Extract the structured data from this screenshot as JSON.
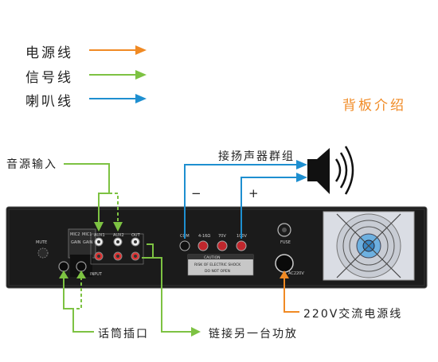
{
  "colors": {
    "power": "#f08a24",
    "signal": "#7dc242",
    "speaker": "#1e8fd0",
    "panel": "#1b1b1b",
    "title": "#f08a24"
  },
  "legend": {
    "power_label": "电源线",
    "signal_label": "信号线",
    "speaker_label": "喇叭线"
  },
  "title": "背板介绍",
  "callouts": {
    "audio_input": "音源输入",
    "speaker_group": "接扬声器群组",
    "minus": "−",
    "plus": "+",
    "power_line": "220V交流电源线",
    "mic_jack": "话筒插口",
    "link_amp": "链接另一台功放"
  },
  "panel": {
    "mute": "MUTE",
    "mic2": "MIC2",
    "mic1": "MIC1",
    "aux1": "AUX1",
    "aux2": "AUX2",
    "out": "OUT",
    "input": "INPUT",
    "gain": "GAIN",
    "com": "COM",
    "t1": "4-16Ω",
    "t2": "70V",
    "t3": "100V",
    "caution_title": "CAUTION",
    "caution_line1": "RISK OF ELECTRIC SHOCK",
    "caution_line2": "DO NOT OPEN",
    "fuse": "FUSE",
    "ac": "AC220V"
  },
  "icons": {
    "speaker": "speaker-icon",
    "fan": "fan-grille-icon"
  }
}
